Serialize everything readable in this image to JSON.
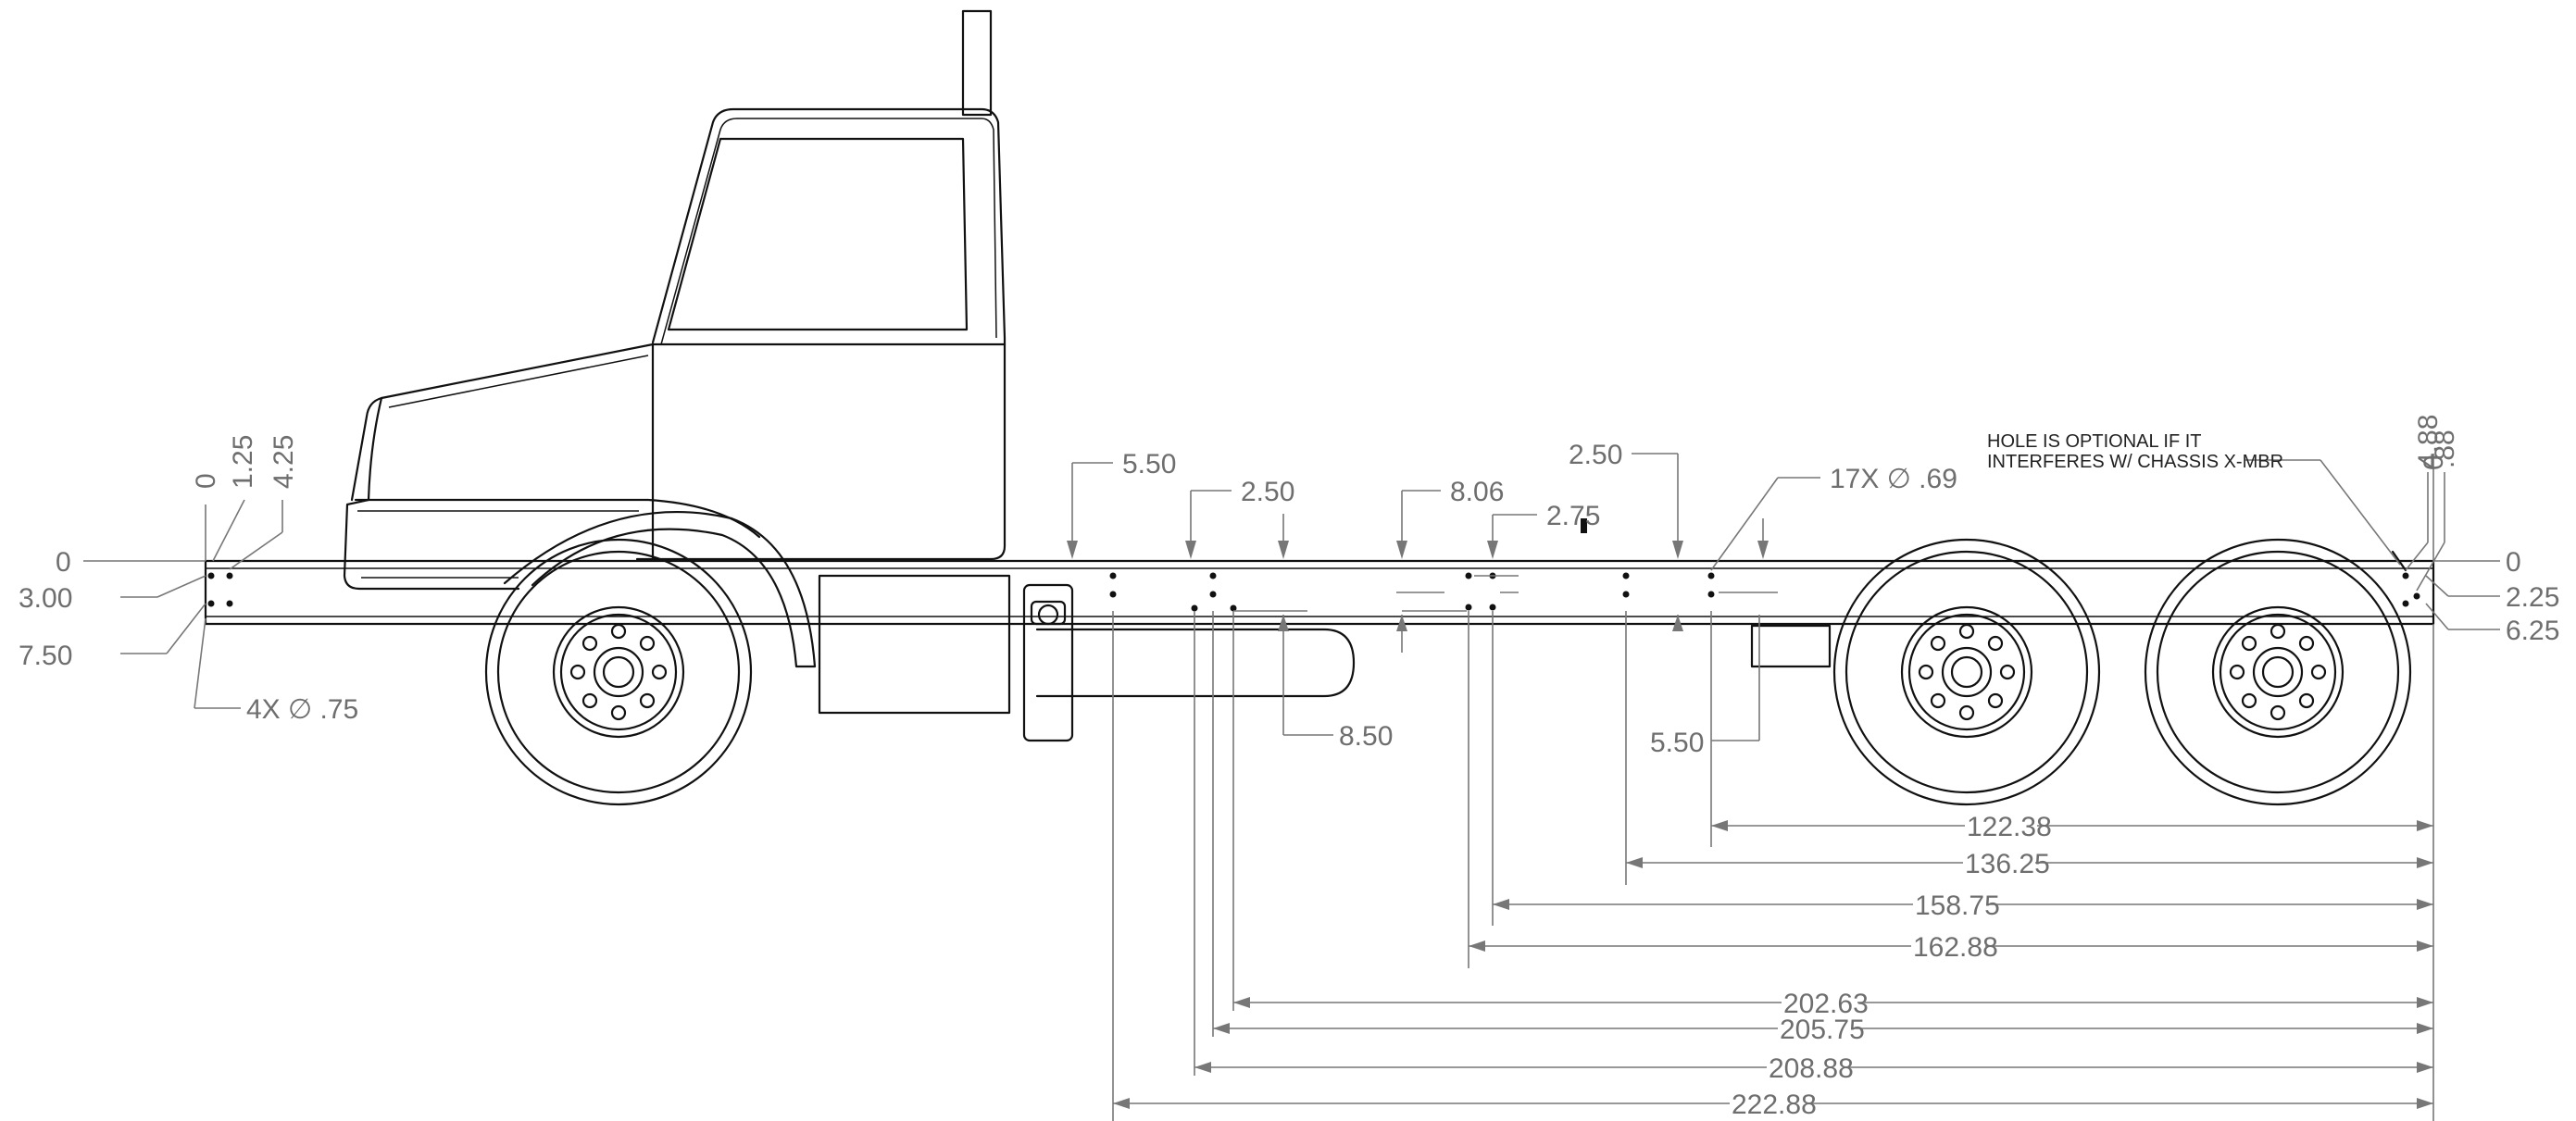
{
  "note": {
    "line1": "HOLE IS OPTIONAL IF IT",
    "line2": "INTERFERES W/ CHASSIS X-MBR"
  },
  "callouts": {
    "front_holes": "4X ∅ .75",
    "frame_holes": "17X ∅ .69"
  },
  "front_vertical": {
    "v0": "0",
    "v125": "1.25",
    "v425": "4.25"
  },
  "front_horizontal": {
    "h0": "0",
    "h300": "3.00",
    "h750": "7.50"
  },
  "rear_vertical": {
    "v488": "4.88",
    "v88": ".88",
    "v0": "0"
  },
  "rear_horizontal": {
    "h0": "0",
    "h225": "2.25",
    "h625": "6.25"
  },
  "upper_dims": {
    "d550a": "5.50",
    "d250a": "2.50",
    "d806": "8.06",
    "d275": "2.75",
    "d250b": "2.50"
  },
  "lower_dims": {
    "d850": "8.50",
    "d550b": "5.50"
  },
  "bottom_dims": {
    "d12238": "122.38",
    "d13625": "136.25",
    "d15875": "158.75",
    "d16288": "162.88",
    "d20263": "202.63",
    "d20575": "205.75",
    "d20888": "208.88",
    "d22288": "222.88"
  },
  "colors": {
    "outline": "#111111",
    "dimension": "#777777",
    "dimension_text": "#6e6e6e"
  }
}
